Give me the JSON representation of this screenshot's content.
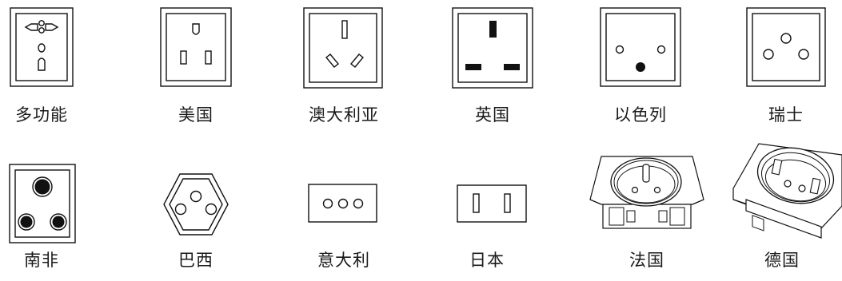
{
  "sockets": [
    {
      "id": "multi",
      "label": "多功能"
    },
    {
      "id": "usa",
      "label": "美国"
    },
    {
      "id": "australia",
      "label": "澳大利亚"
    },
    {
      "id": "uk",
      "label": "英国"
    },
    {
      "id": "israel",
      "label": "以色列"
    },
    {
      "id": "switzerland",
      "label": "瑞士"
    },
    {
      "id": "south_africa",
      "label": "南非"
    },
    {
      "id": "brazil",
      "label": "巴西"
    },
    {
      "id": "italy",
      "label": "意大利"
    },
    {
      "id": "japan",
      "label": "日本"
    },
    {
      "id": "france",
      "label": "法国"
    },
    {
      "id": "germany",
      "label": "德国"
    }
  ]
}
